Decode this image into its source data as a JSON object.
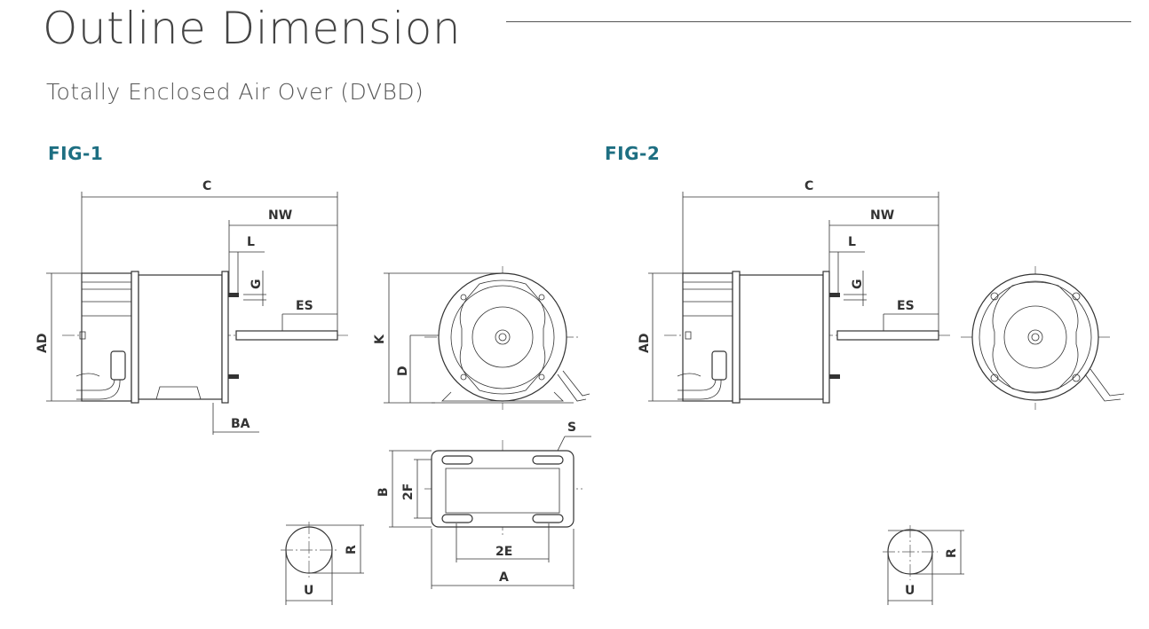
{
  "header": {
    "title": "Outline Dimension",
    "subtitle": "Totally Enclosed Air Over (DVBD)"
  },
  "figures": [
    {
      "label": "FIG-1"
    },
    {
      "label": "FIG-2"
    }
  ],
  "dimensions": {
    "C": "C",
    "NW": "NW",
    "L": "L",
    "G": "G",
    "ES": "ES",
    "AD": "AD",
    "BA": "BA",
    "K": "K",
    "D": "D",
    "S": "S",
    "B": "B",
    "F2": "2F",
    "E2": "2E",
    "A": "A",
    "R": "R",
    "U": "U"
  },
  "colors": {
    "fig_label": "#1e6f82",
    "line": "#333333"
  }
}
